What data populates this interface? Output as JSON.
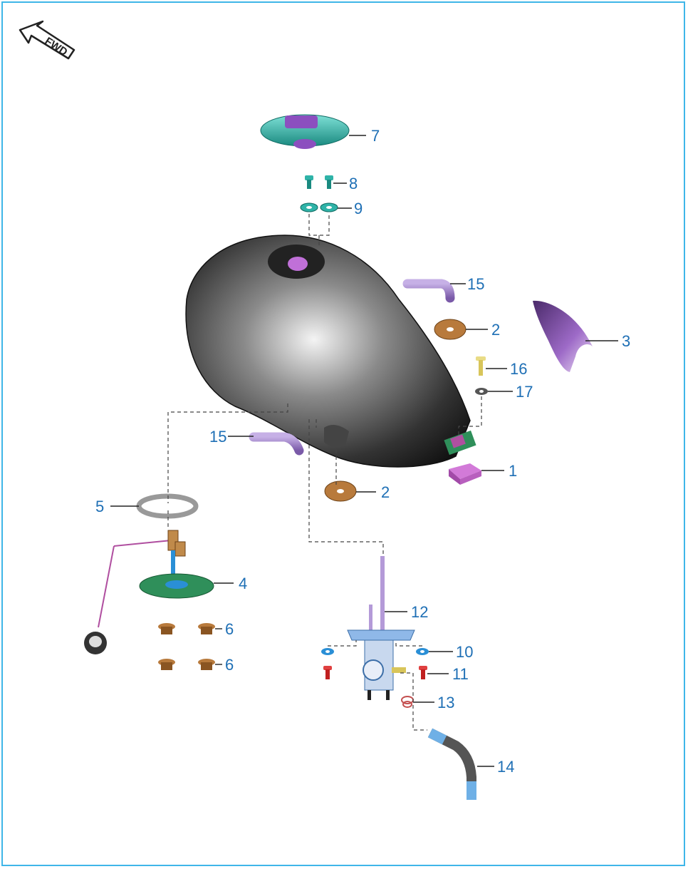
{
  "fwd_label": "FWD",
  "callouts": {
    "c1": "1",
    "c2a": "2",
    "c2b": "2",
    "c3": "3",
    "c4": "4",
    "c5": "5",
    "c6a": "6",
    "c6b": "6",
    "c7": "7",
    "c8": "8",
    "c9": "9",
    "c10": "10",
    "c11": "11",
    "c12": "12",
    "c13": "13",
    "c14": "14",
    "c15a": "15",
    "c15b": "15",
    "c16": "16",
    "c17": "17"
  },
  "colors": {
    "frame": "#3fb6e8",
    "callout_text": "#1e6fb5",
    "tank": "#2b2b2b",
    "cap": "#2fb3a8",
    "hose_purple": "#9b7fc9",
    "rubber_orange": "#b87a3c"
  }
}
